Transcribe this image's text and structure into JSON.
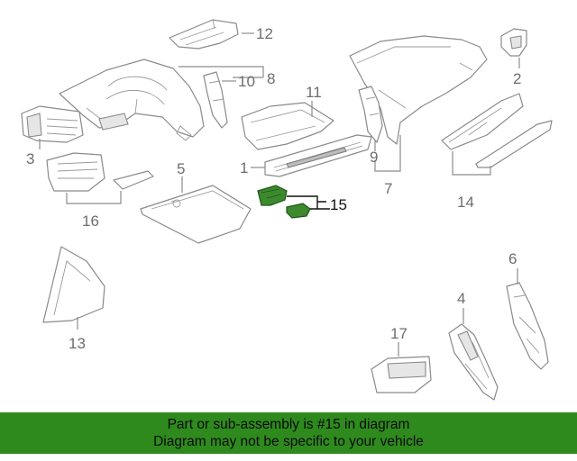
{
  "diagram": {
    "callouts": {
      "c1": "1",
      "c2": "2",
      "c3": "3",
      "c4": "4",
      "c5": "5",
      "c6": "6",
      "c7": "7",
      "c8": "8",
      "c9": "9",
      "c10": "10",
      "c11": "11",
      "c12": "12",
      "c13": "13",
      "c14": "14",
      "c15": "15",
      "c16": "16",
      "c17": "17"
    },
    "highlighted_part": "15",
    "highlight_color": "#3d8a2e"
  },
  "banner": {
    "line1": "Part or sub-assembly is #15 in diagram",
    "line2": "Diagram may not be specific to your vehicle",
    "background": "#2f8a1e"
  }
}
